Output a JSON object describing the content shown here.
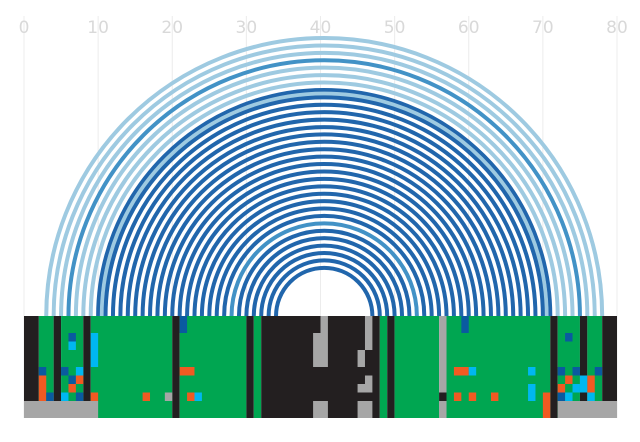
{
  "chart_data": {
    "type": "arc-diagram",
    "x_axis": {
      "ticks": [
        0,
        10,
        20,
        30,
        40,
        50,
        60,
        70,
        80
      ],
      "labels": [
        "0",
        "10",
        "20",
        "30",
        "40",
        "50",
        "60",
        "70",
        "80"
      ],
      "range": [
        0,
        80
      ],
      "position": "top",
      "grid": true
    },
    "arcs": [
      {
        "start": 3,
        "end": 78,
        "kind": "light"
      },
      {
        "start": 4,
        "end": 77,
        "kind": "light"
      },
      {
        "start": 5,
        "end": 76,
        "kind": "light"
      },
      {
        "start": 6,
        "end": 75,
        "kind": "medium"
      },
      {
        "start": 7,
        "end": 74,
        "kind": "light"
      },
      {
        "start": 8,
        "end": 73,
        "kind": "light"
      },
      {
        "start": 9,
        "end": 72,
        "kind": "light"
      },
      {
        "start": 10,
        "end": 71,
        "kind": "dark"
      },
      {
        "start": 10.5,
        "end": 70.5,
        "kind": "light"
      },
      {
        "start": 11,
        "end": 70,
        "kind": "dark"
      },
      {
        "start": 12,
        "end": 69,
        "kind": "dark"
      },
      {
        "start": 13,
        "end": 68,
        "kind": "dark"
      },
      {
        "start": 14,
        "end": 67,
        "kind": "dark"
      },
      {
        "start": 15,
        "end": 66,
        "kind": "dark"
      },
      {
        "start": 16,
        "end": 65,
        "kind": "dark"
      },
      {
        "start": 17,
        "end": 64,
        "kind": "dark"
      },
      {
        "start": 18,
        "end": 63,
        "kind": "dark"
      },
      {
        "start": 19,
        "end": 62,
        "kind": "dark"
      },
      {
        "start": 20,
        "end": 61,
        "kind": "dark"
      },
      {
        "start": 21,
        "end": 60,
        "kind": "dark"
      },
      {
        "start": 22,
        "end": 59,
        "kind": "dark"
      },
      {
        "start": 23,
        "end": 58,
        "kind": "dark"
      },
      {
        "start": 24,
        "end": 57,
        "kind": "dark"
      },
      {
        "start": 25,
        "end": 56,
        "kind": "dark"
      },
      {
        "start": 26,
        "end": 55,
        "kind": "dark"
      },
      {
        "start": 27,
        "end": 54,
        "kind": "dark"
      },
      {
        "start": 28,
        "end": 53,
        "kind": "medium"
      },
      {
        "start": 29,
        "end": 52,
        "kind": "dark"
      },
      {
        "start": 30,
        "end": 51,
        "kind": "dark"
      },
      {
        "start": 31,
        "end": 50,
        "kind": "dark"
      },
      {
        "start": 32,
        "end": 49,
        "kind": "dark"
      },
      {
        "start": 33,
        "end": 48,
        "kind": "dark"
      },
      {
        "start": 34,
        "end": 47,
        "kind": "dark"
      }
    ],
    "track": {
      "range": [
        0,
        80
      ],
      "segments": [
        {
          "start": 0,
          "end": 2,
          "color": "#231f20"
        },
        {
          "start": 2,
          "end": 4,
          "color": "#00a651"
        },
        {
          "start": 4,
          "end": 5,
          "color": "#231f20"
        },
        {
          "start": 5,
          "end": 8,
          "color": "#00a651"
        },
        {
          "start": 8,
          "end": 9,
          "color": "#231f20"
        },
        {
          "start": 9,
          "end": 20,
          "color": "#00a651"
        },
        {
          "start": 20,
          "end": 21,
          "color": "#231f20"
        },
        {
          "start": 21,
          "end": 30,
          "color": "#00a651"
        },
        {
          "start": 30,
          "end": 31,
          "color": "#231f20"
        },
        {
          "start": 31,
          "end": 32,
          "color": "#00a651"
        },
        {
          "start": 32,
          "end": 48,
          "color": "#231f20"
        },
        {
          "start": 48,
          "end": 49,
          "color": "#00a651"
        },
        {
          "start": 49,
          "end": 50,
          "color": "#231f20"
        },
        {
          "start": 50,
          "end": 56,
          "color": "#00a651"
        },
        {
          "start": 56,
          "end": 57,
          "color": "#a6a6a6"
        },
        {
          "start": 57,
          "end": 71,
          "color": "#00a651"
        },
        {
          "start": 71,
          "end": 72,
          "color": "#231f20"
        },
        {
          "start": 72,
          "end": 75,
          "color": "#00a651"
        },
        {
          "start": 75,
          "end": 76,
          "color": "#231f20"
        },
        {
          "start": 76,
          "end": 78,
          "color": "#00a651"
        },
        {
          "start": 78,
          "end": 80,
          "color": "#231f20"
        }
      ],
      "cells": [
        {
          "x": 21,
          "row": 0,
          "w": 1,
          "h": 2,
          "color": "#0a5aa0"
        },
        {
          "x": 59,
          "row": 0,
          "w": 1,
          "h": 2,
          "color": "#0a5aa0"
        },
        {
          "x": 40,
          "row": 0,
          "w": 1,
          "h": 2,
          "color": "#a6a6a6"
        },
        {
          "x": 46,
          "row": 0,
          "w": 1,
          "h": 4,
          "color": "#a6a6a6"
        },
        {
          "x": 6,
          "row": 2,
          "w": 1,
          "h": 1,
          "color": "#0a5aa0"
        },
        {
          "x": 9,
          "row": 2,
          "w": 1,
          "h": 4,
          "color": "#00b7f1"
        },
        {
          "x": 73,
          "row": 2,
          "w": 1,
          "h": 1,
          "color": "#0a5aa0"
        },
        {
          "x": 39,
          "row": 2,
          "w": 2,
          "h": 4,
          "color": "#a6a6a6"
        },
        {
          "x": 6,
          "row": 3,
          "w": 1,
          "h": 1,
          "color": "#00b7f1"
        },
        {
          "x": 45,
          "row": 4,
          "w": 1,
          "h": 2,
          "color": "#a6a6a6"
        },
        {
          "x": 2,
          "row": 6,
          "w": 1,
          "h": 1,
          "color": "#0a5aa0"
        },
        {
          "x": 5,
          "row": 6,
          "w": 1,
          "h": 1,
          "color": "#0a5aa0"
        },
        {
          "x": 7,
          "row": 6,
          "w": 1,
          "h": 1,
          "color": "#00b7f1"
        },
        {
          "x": 21,
          "row": 6,
          "w": 2,
          "h": 1,
          "color": "#f15a22"
        },
        {
          "x": 58,
          "row": 6,
          "w": 2,
          "h": 1,
          "color": "#f15a22"
        },
        {
          "x": 60,
          "row": 6,
          "w": 1,
          "h": 1,
          "color": "#00b7f1"
        },
        {
          "x": 68,
          "row": 6,
          "w": 1,
          "h": 1,
          "color": "#00b7f1"
        },
        {
          "x": 72,
          "row": 6,
          "w": 1,
          "h": 1,
          "color": "#0a5aa0"
        },
        {
          "x": 74,
          "row": 6,
          "w": 1,
          "h": 1,
          "color": "#0a5aa0"
        },
        {
          "x": 77,
          "row": 6,
          "w": 1,
          "h": 1,
          "color": "#0a5aa0"
        },
        {
          "x": 2,
          "row": 7,
          "w": 1,
          "h": 3,
          "color": "#f15a22"
        },
        {
          "x": 6,
          "row": 7,
          "w": 1,
          "h": 1,
          "color": "#0a5aa0"
        },
        {
          "x": 7,
          "row": 7,
          "w": 1,
          "h": 1,
          "color": "#f15a22"
        },
        {
          "x": 46,
          "row": 7,
          "w": 1,
          "h": 1,
          "color": "#a6a6a6"
        },
        {
          "x": 73,
          "row": 7,
          "w": 1,
          "h": 1,
          "color": "#f15a22"
        },
        {
          "x": 75,
          "row": 7,
          "w": 1,
          "h": 2,
          "color": "#00b7f1"
        },
        {
          "x": 76,
          "row": 7,
          "w": 1,
          "h": 2,
          "color": "#f15a22"
        },
        {
          "x": 6,
          "row": 8,
          "w": 1,
          "h": 1,
          "color": "#f15a22"
        },
        {
          "x": 45,
          "row": 8,
          "w": 2,
          "h": 1,
          "color": "#a6a6a6"
        },
        {
          "x": 68,
          "row": 8,
          "w": 1,
          "h": 2,
          "color": "#00b7f1"
        },
        {
          "x": 72,
          "row": 8,
          "w": 1,
          "h": 1,
          "color": "#f15a22"
        },
        {
          "x": 74,
          "row": 8,
          "w": 1,
          "h": 1,
          "color": "#00b7f1"
        },
        {
          "x": 3,
          "row": 9,
          "w": 1,
          "h": 1,
          "color": "#0a5aa0"
        },
        {
          "x": 5,
          "row": 9,
          "w": 1,
          "h": 1,
          "color": "#00b7f1"
        },
        {
          "x": 7,
          "row": 9,
          "w": 1,
          "h": 1,
          "color": "#0a5aa0"
        },
        {
          "x": 9,
          "row": 9,
          "w": 1,
          "h": 1,
          "color": "#f15a22"
        },
        {
          "x": 16,
          "row": 9,
          "w": 1,
          "h": 1,
          "color": "#f15a22"
        },
        {
          "x": 19,
          "row": 9,
          "w": 1,
          "h": 1,
          "color": "#a6a6a6"
        },
        {
          "x": 22,
          "row": 9,
          "w": 1,
          "h": 1,
          "color": "#f15a22"
        },
        {
          "x": 23,
          "row": 9,
          "w": 1,
          "h": 1,
          "color": "#00b7f1"
        },
        {
          "x": 56,
          "row": 9,
          "w": 1,
          "h": 1,
          "color": "#231f20"
        },
        {
          "x": 58,
          "row": 9,
          "w": 1,
          "h": 1,
          "color": "#f15a22"
        },
        {
          "x": 60,
          "row": 9,
          "w": 1,
          "h": 1,
          "color": "#f15a22"
        },
        {
          "x": 63,
          "row": 9,
          "w": 1,
          "h": 1,
          "color": "#f15a22"
        },
        {
          "x": 70,
          "row": 9,
          "w": 1,
          "h": 3,
          "color": "#f15a22"
        },
        {
          "x": 72,
          "row": 9,
          "w": 1,
          "h": 1,
          "color": "#0a5aa0"
        },
        {
          "x": 73,
          "row": 9,
          "w": 1,
          "h": 1,
          "color": "#00b7f1"
        },
        {
          "x": 76,
          "row": 9,
          "w": 1,
          "h": 1,
          "color": "#00b7f1"
        },
        {
          "x": 0,
          "row": 10,
          "w": 10,
          "h": 2,
          "color": "#a6a6a6"
        },
        {
          "x": 39,
          "row": 10,
          "w": 2,
          "h": 2,
          "color": "#a6a6a6"
        },
        {
          "x": 45,
          "row": 10,
          "w": 2,
          "h": 2,
          "color": "#a6a6a6"
        },
        {
          "x": 56,
          "row": 10,
          "w": 1,
          "h": 2,
          "color": "#a6a6a6"
        },
        {
          "x": 72,
          "row": 10,
          "w": 8,
          "h": 2,
          "color": "#a6a6a6"
        }
      ]
    },
    "colors": {
      "light": "#9ecae1",
      "medium": "#4292c6",
      "dark": "#2166ac",
      "tick_label": "#d9d9d9",
      "grid": "#ececec"
    }
  }
}
